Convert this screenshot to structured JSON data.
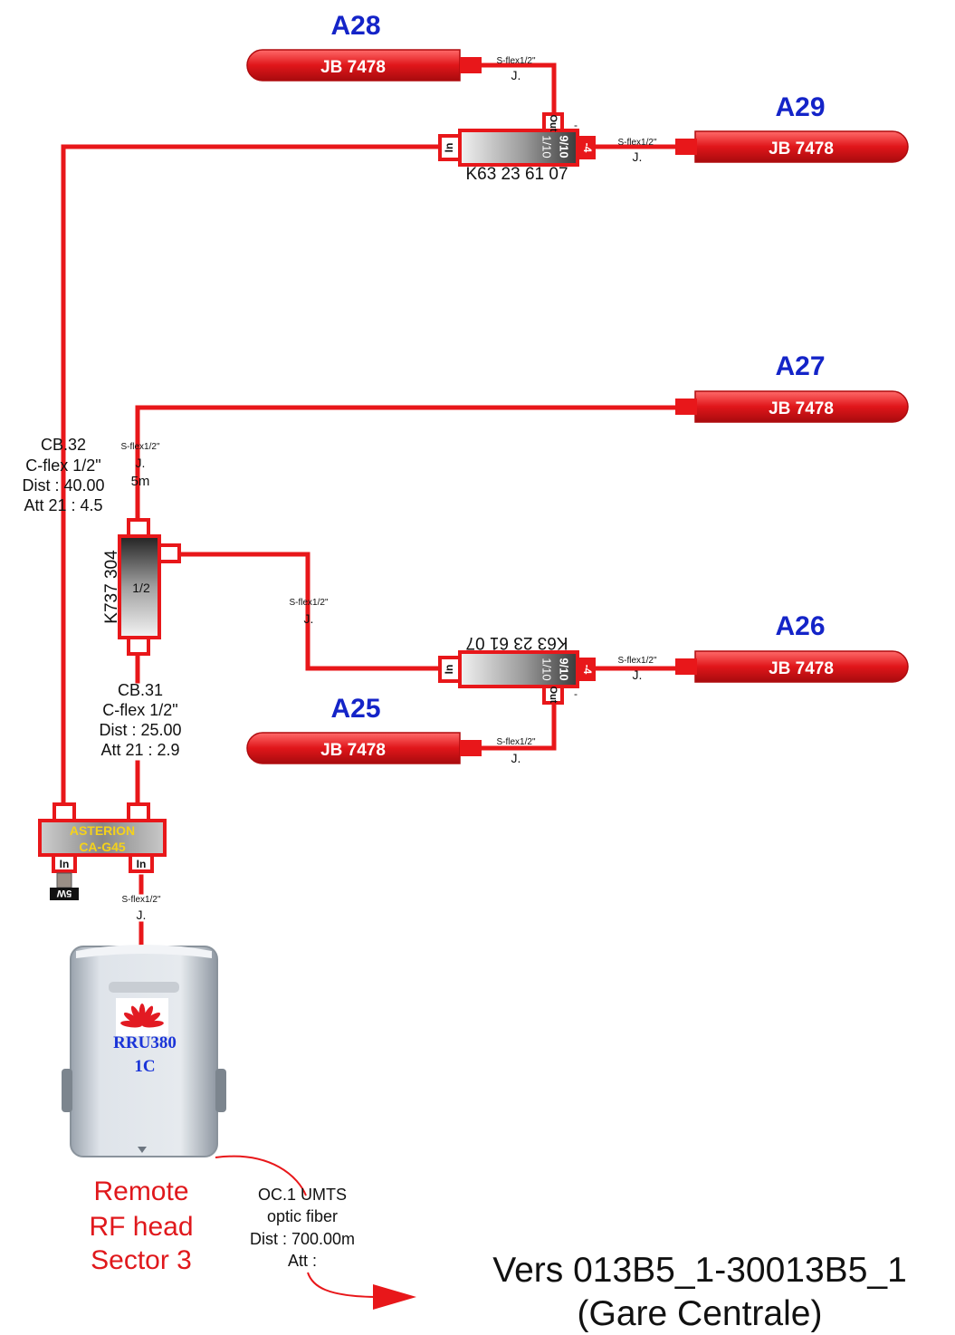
{
  "antennas": [
    {
      "site": "A28",
      "label": "JB 7478"
    },
    {
      "site": "A29",
      "label": "JB 7478"
    },
    {
      "site": "A27",
      "label": "JB 7478"
    },
    {
      "site": "A26",
      "label": "JB 7478"
    },
    {
      "site": "A25",
      "label": "JB 7478"
    }
  ],
  "jumper": {
    "type": "S-flex1/2\"",
    "short": "J.",
    "length": "5m"
  },
  "couplers": {
    "top": {
      "ref": "K63 23 61 07",
      "in": "In",
      "out": "Out",
      "ratio": "9/10",
      "ratio2": "1/10",
      "port": "-4",
      "dash": "-"
    },
    "bottom": {
      "ref": "K63 23 61 07",
      "in": "In",
      "out": "Out",
      "ratio": "9/10",
      "ratio2": "1/10",
      "port": "-4",
      "dash": "-"
    }
  },
  "splitter": {
    "ref": "K737 304",
    "ratio": "1/2"
  },
  "cables": {
    "cb32": {
      "name": "CB.32",
      "type": "C-flex 1/2\"",
      "dist": "Dist : 40.00",
      "att": "Att 21 : 4.5"
    },
    "cb31": {
      "name": "CB.31",
      "type": "C-flex 1/2\"",
      "dist": "Dist : 25.00",
      "att": "Att 21 : 2.9"
    }
  },
  "combiner": {
    "brand": "ASTERION",
    "model": "CA-G45",
    "in1": "In",
    "in2": "In",
    "load": "5W"
  },
  "rru": {
    "line1": "RRU380",
    "line2": "1C"
  },
  "caption": {
    "line1": "Remote",
    "line2": "RF head",
    "line3": "Sector 3"
  },
  "fiber": {
    "name": "OC.1 UMTS",
    "type": "optic fiber",
    "dist": "Dist : 700.00m",
    "att": "Att :"
  },
  "destination": {
    "line1": "Vers 013B5_1-30013B5_1",
    "line2": "(Gare Centrale)"
  },
  "colors": {
    "cable": "#e8171a",
    "site_label": "#1424c8",
    "combiner_text": "#f5d21a"
  }
}
